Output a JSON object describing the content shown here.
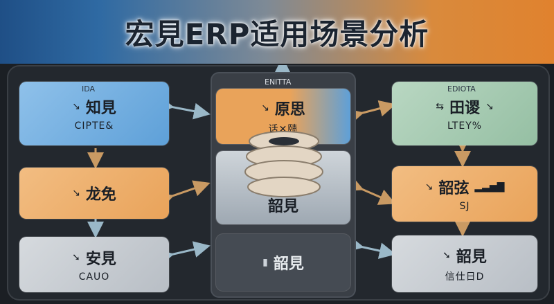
{
  "title": "宏見ERP适用场景分析",
  "cards": {
    "left_top": {
      "label": "知見",
      "sub": "CIPTE&",
      "mini": "IDA"
    },
    "left_mid": {
      "label": "龙免",
      "sub": ""
    },
    "left_bot": {
      "label": "安見",
      "sub": "CAUO"
    },
    "right_top": {
      "label": "田谡",
      "sub": "LTEY%",
      "mini": "EDIOTA"
    },
    "right_mid": {
      "label": "韶弦",
      "sub": "SJ"
    },
    "right_bot": {
      "label": "韶見",
      "sub": "信仕日D"
    },
    "center_top": {
      "label": "原思",
      "sub": "话✕赜",
      "mini": "ENITTA"
    },
    "center_mid": {
      "label": "韶見"
    },
    "center_bot": {
      "label": "韶見"
    }
  },
  "icons": [
    "chart-icon",
    "arrow-icon",
    "gear-icon",
    "bar-chart-icon"
  ],
  "colors": {
    "blue": "#5ea0d8",
    "orange": "#e9a35a",
    "grey": "#b8bec5",
    "green": "#95bfa3"
  }
}
